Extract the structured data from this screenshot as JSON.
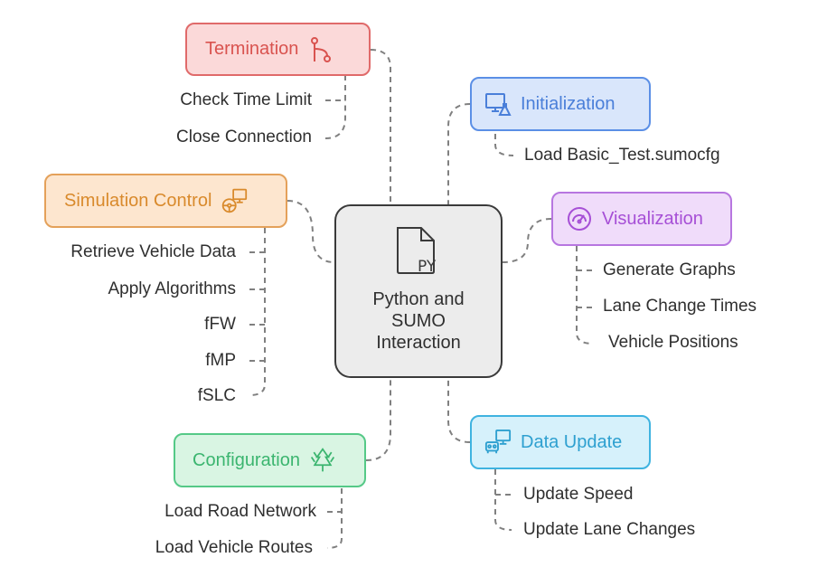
{
  "colors": {
    "termination": {
      "fill": "#fbd9d9",
      "stroke": "#e06a6a",
      "text": "#d9534f"
    },
    "initialization": {
      "fill": "#d9e6fb",
      "stroke": "#5b8fe6",
      "text": "#4a7fd9"
    },
    "visualization": {
      "fill": "#f0dcfa",
      "stroke": "#b776e0",
      "text": "#a64fd6"
    },
    "simulation": {
      "fill": "#fde6cf",
      "stroke": "#e4a15a",
      "text": "#d98a2c"
    },
    "data_update": {
      "fill": "#d6f1fb",
      "stroke": "#3fb3e0",
      "text": "#2ea0d0"
    },
    "configuration": {
      "fill": "#d9f5e3",
      "stroke": "#55c987",
      "text": "#3bb56f"
    },
    "center": {
      "fill": "#ececec",
      "stroke": "#3a3a3a"
    },
    "connector": "#808080"
  },
  "center": {
    "icon": "python-file-icon",
    "icon_text": "PY",
    "lines": [
      "Python and",
      "SUMO",
      "Interaction"
    ]
  },
  "nodes": {
    "termination": {
      "label": "Termination",
      "icon": "git-branch-icon",
      "leaves": [
        "Check Time Limit",
        "Close Connection"
      ]
    },
    "initialization": {
      "label": "Initialization",
      "icon": "monitor-flask-icon",
      "leaves": [
        "Load Basic_Test.sumocfg"
      ]
    },
    "simulation_control": {
      "label": "Simulation Control",
      "icon": "steering-monitor-icon",
      "leaves": [
        "Retrieve Vehicle Data",
        "Apply Algorithms",
        "fFW",
        "fMP",
        "fSLC"
      ]
    },
    "visualization": {
      "label": "Visualization",
      "icon": "gauge-icon",
      "leaves": [
        "Generate Graphs",
        "Lane Change Times",
        "Vehicle Positions"
      ]
    },
    "configuration": {
      "label": "Configuration",
      "icon": "trees-icon",
      "leaves": [
        "Load Road Network",
        "Load Vehicle Routes"
      ]
    },
    "data_update": {
      "label": "Data Update",
      "icon": "vehicle-monitor-icon",
      "leaves": [
        "Update Speed",
        "Update Lane Changes"
      ]
    }
  }
}
